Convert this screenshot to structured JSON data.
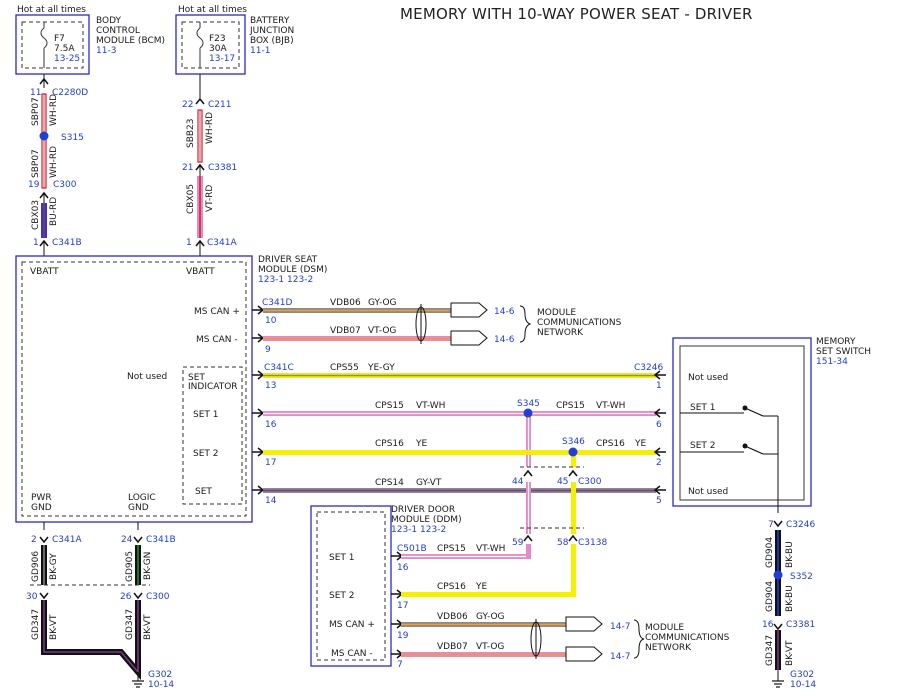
{
  "title": "MEMORY WITH 10-WAY POWER SEAT - DRIVER",
  "fuse_bcm": {
    "hot": "Hot at all times",
    "fuse": "F7",
    "amps": "7.5A",
    "ref": "13-25",
    "name": [
      "BODY",
      "CONTROL",
      "MODULE (BCM)"
    ],
    "page": "11-3"
  },
  "fuse_bjb": {
    "hot": "Hot at all times",
    "fuse": "F23",
    "amps": "30A",
    "ref": "13-17",
    "name": [
      "BATTERY",
      "JUNCTION",
      "BOX (BJB)"
    ],
    "page": "11-1"
  },
  "left_wire": {
    "pin1": "11",
    "conn1": "C2280D",
    "c1": "SBP07",
    "col1": "WH-RD",
    "splice": "S315",
    "c2": "SBP07",
    "col2": "WH-RD",
    "pin3": "19",
    "conn3": "C300",
    "c3": "CBX03",
    "col3": "BU-RD",
    "pin4": "1",
    "conn4": "C341B"
  },
  "right_wire": {
    "pin1": "22",
    "conn1": "C211",
    "c1": "SBB23",
    "col1": "WH-RD",
    "pin2": "21",
    "conn2": "C3381",
    "c2": "CBX05",
    "col2": "VT-RD",
    "pin3": "1",
    "conn3": "C341A"
  },
  "dsm": {
    "name": [
      "DRIVER SEAT",
      "MODULE (DSM)"
    ],
    "refs": "123-1    123-2",
    "vbatt1": "VBATT",
    "vbatt2": "VBATT",
    "ms_can_p": "MS CAN +",
    "ms_can_m": "MS CAN -",
    "not_used": "Not used",
    "set_indicator": [
      "SET",
      "INDICATOR"
    ],
    "set1": "SET 1",
    "set2": "SET 2",
    "set": "SET",
    "pwr_gnd": [
      "PWR",
      "GND"
    ],
    "logic_gnd": [
      "LOGIC",
      "GND"
    ]
  },
  "dsm_pins": [
    {
      "conn": "C341D",
      "pin": "10",
      "circuit": "VDB06",
      "color": "GY-OG"
    },
    {
      "pin": "9",
      "circuit": "VDB07",
      "color": "VT-OG"
    },
    {
      "conn": "C341C",
      "pin": "13",
      "circuit": "CPS55",
      "color": "YE-GY"
    },
    {
      "pin": "16",
      "circuit": "CPS15",
      "color": "VT-WH"
    },
    {
      "pin": "17",
      "circuit": "CPS16",
      "color": "YE"
    },
    {
      "pin": "14",
      "circuit": "CPS14",
      "color": "GY-VT"
    }
  ],
  "net_refs": {
    "top1": "14-6",
    "top2": "14-6",
    "bot1": "14-7",
    "bot2": "14-7"
  },
  "network_label": [
    "MODULE",
    "COMMUNICATIONS",
    "NETWORK"
  ],
  "switch": {
    "name": [
      "MEMORY",
      "SET SWITCH"
    ],
    "page": "151-34",
    "conn": "C3246",
    "not_used_top": "Not used",
    "set1": "SET 1",
    "set2": "SET 2",
    "not_used_bot": "Not used",
    "pins": [
      "1",
      "6",
      "2",
      "5"
    ],
    "gnd_pin": "7",
    "gnd_conn": "C3246"
  },
  "right_side": {
    "cps15": "CPS15",
    "vtwh": "VT-WH",
    "cps16": "CPS16",
    "ye": "YE",
    "s345": "S345",
    "s346": "S346"
  },
  "mid": {
    "p44": "44",
    "p45": "45",
    "c300": "C300",
    "p59": "59",
    "p58": "58",
    "c3138": "C3138"
  },
  "ddm": {
    "name": [
      "DRIVER DOOR",
      "MODULE (DDM)"
    ],
    "refs": "123-1    123-2",
    "set1": "SET 1",
    "set2": "SET 2",
    "ms_can_p": "MS CAN +",
    "ms_can_m": "MS CAN -",
    "conn": "C501B",
    "rows": [
      {
        "pin": "16",
        "circuit": "CPS15",
        "color": "VT-WH"
      },
      {
        "pin": "17",
        "circuit": "CPS16",
        "color": "YE"
      },
      {
        "pin": "19",
        "circuit": "VDB06",
        "color": "GY-OG"
      },
      {
        "pin": "7",
        "circuit": "VDB07",
        "color": "VT-OG"
      }
    ]
  },
  "gnd_left": {
    "pin1": "2",
    "conn1": "C341A",
    "c1": "GD906",
    "col1": "BK-GY",
    "pin2": "30",
    "conn2": "C300",
    "c2": "GD347",
    "col2": "BK-VT"
  },
  "gnd_mid": {
    "pin1": "24",
    "conn1": "C341B",
    "c1": "GD905",
    "col1": "BK-GN",
    "pin2": "26",
    "c2": "GD347",
    "col2": "BK-VT",
    "ground": "G302",
    "gref": "10-14"
  },
  "gnd_right": {
    "c1": "GD904",
    "col1": "BK-BU",
    "splice": "S352",
    "c2": "GD904",
    "col2": "BK-BU",
    "pin": "16",
    "conn": "C3381",
    "c3": "GD347",
    "col3": "BK-VT",
    "ground": "G302",
    "gref": "10-14"
  },
  "colors": {
    "white_red": "#c7232e",
    "violet": "#e58ac8",
    "yellow": "#f4f000",
    "gray": "#8a8a8a",
    "orange": "#f29a2a",
    "blue": "#1f3fd6",
    "black": "#111111",
    "dark_violet": "#7a3a8a",
    "green": "#2d8a3a"
  }
}
